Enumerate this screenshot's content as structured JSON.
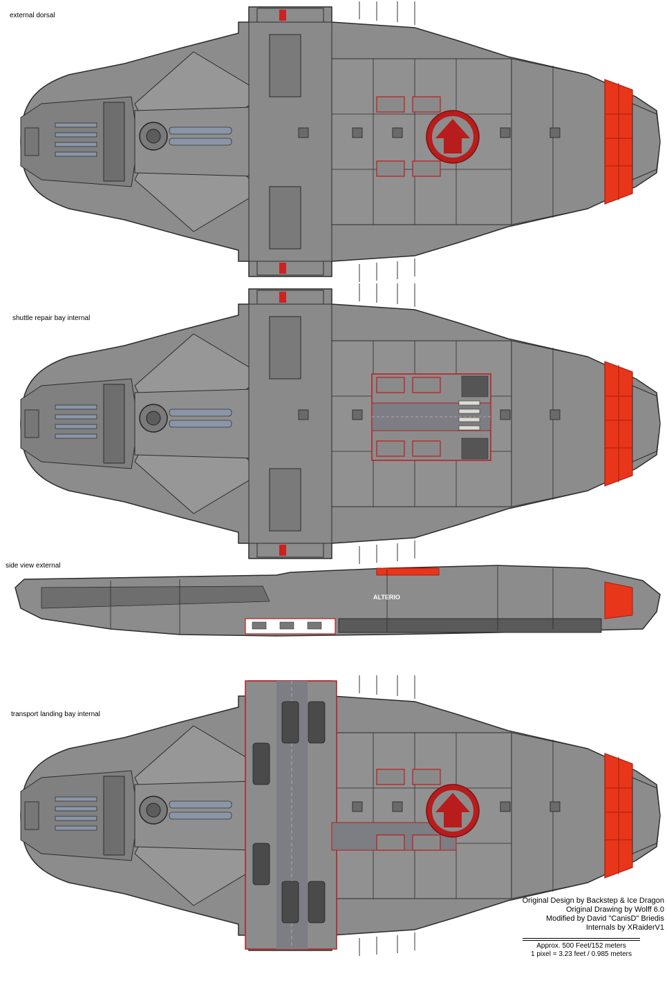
{
  "views": [
    {
      "label": "external dorsal"
    },
    {
      "label": "shuttle repair bay internal"
    },
    {
      "label": "side view external"
    },
    {
      "label": "transport landing bay internal"
    }
  ],
  "ship_name_marking": "ALTERIO",
  "credits": [
    "Original Design by Backstep & Ice Dragon",
    "Original Drawing by Wolff 6.0",
    "Modified by David \"CanisD\" Briedis",
    "Internals by XRaiderV1"
  ],
  "scale": {
    "length": "Approx. 500 Feet/152 meters",
    "pixel": "1 pixel = 3.23 feet / 0.985 meters"
  },
  "colors": {
    "hull": "#8c8c8c",
    "hull_dark": "#6e6e6e",
    "outline": "#2b2b2b",
    "red_light": "#e8361a",
    "red_dark": "#a91c10",
    "insignia": "#b81c1c",
    "bay_floor": "#7d7d84",
    "engine_blue": "#8a96a8"
  }
}
